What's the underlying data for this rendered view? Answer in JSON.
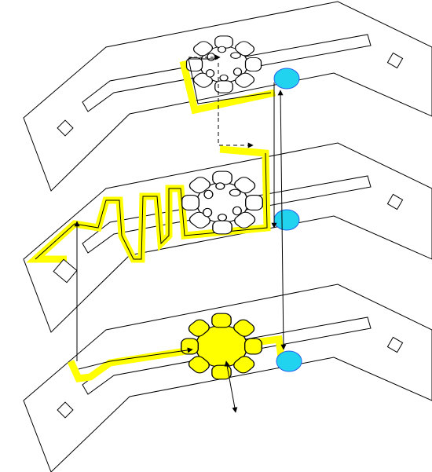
{
  "diagram": {
    "title": "",
    "layers": [
      {
        "id": "top",
        "role": "upper layer"
      },
      {
        "id": "middle",
        "role": "middle layer"
      },
      {
        "id": "bottom",
        "role": "lower layer"
      }
    ],
    "colors": {
      "outline": "#000000",
      "trace": "#ffff00",
      "via": "#22d3f0",
      "background": "#ffffff"
    },
    "icons": [
      "layer-plate",
      "conductive-trace",
      "via-pad",
      "gear-shaped-component",
      "connection-arrow"
    ]
  }
}
